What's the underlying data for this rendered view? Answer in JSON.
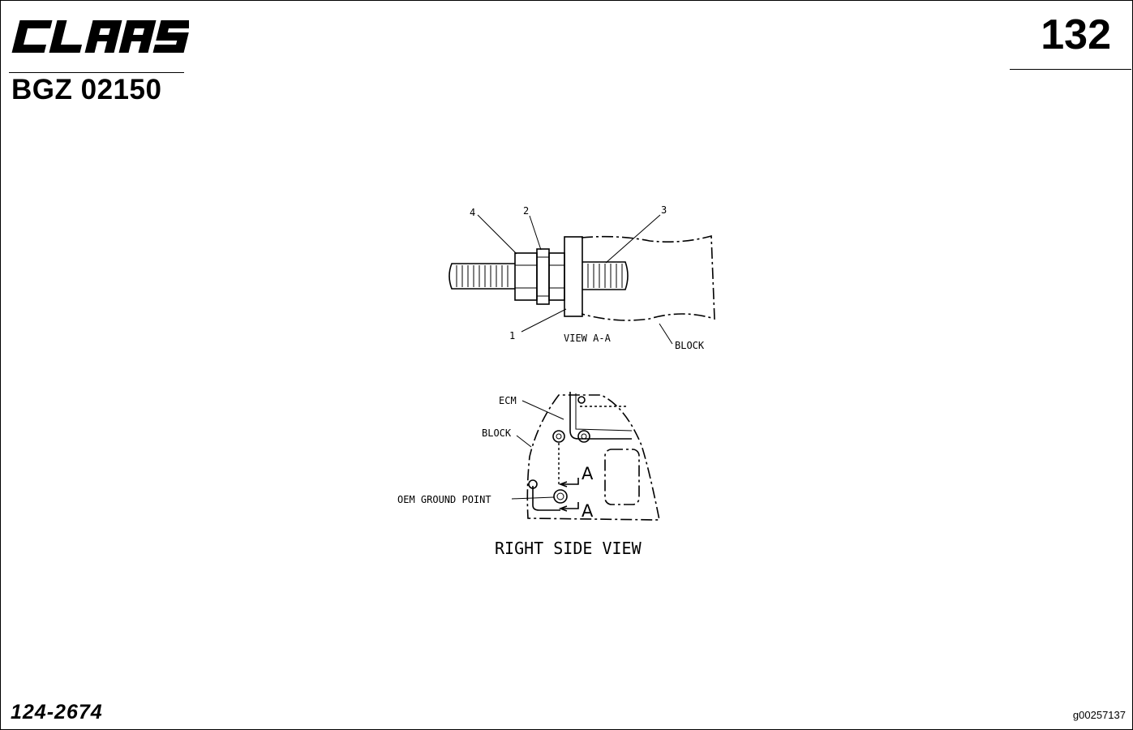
{
  "header": {
    "brand_logo_text": "CLAAS",
    "doc_code": "BGZ 02150",
    "page_number": "132"
  },
  "footer": {
    "part_number": "124-2674",
    "figure_id": "g00257137"
  },
  "view_aa": {
    "callouts": [
      "4",
      "2",
      "3",
      "1"
    ],
    "title": "VIEW A-A",
    "block_label": "BLOCK"
  },
  "right_side_view": {
    "ecm_label": "ECM",
    "block_label": "BLOCK",
    "ground_label": "OEM GROUND POINT",
    "section_mark_top": "A",
    "section_mark_bottom": "A",
    "title": "RIGHT SIDE VIEW"
  }
}
